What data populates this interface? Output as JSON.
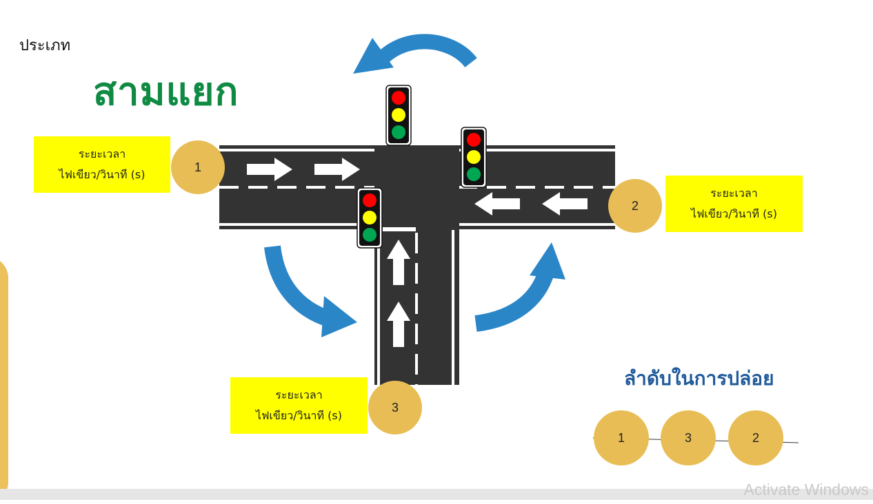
{
  "header": {
    "type_label": "ประเภท",
    "title": "สามแยก"
  },
  "boxes": [
    {
      "line1": "ระยะเวลา",
      "line2": "ไฟเขียว/วินาที (s)"
    },
    {
      "line1": "ระยะเวลา",
      "line2": "ไฟเขียว/วินาที (s)"
    },
    {
      "line1": "ระยะเวลา",
      "line2": "ไฟเขียว/วินาที (s)"
    }
  ],
  "roads": [
    "1",
    "2",
    "3"
  ],
  "order": {
    "title": "ลำดับในการปล่อย",
    "sequence": [
      "1",
      "3",
      "2"
    ]
  },
  "traffic_light_colors": [
    "#ff0000",
    "#ffff00",
    "#00a651"
  ],
  "colors": {
    "road": "#333333",
    "title_green": "#0f8a43",
    "arrow_blue": "#2b86c8",
    "circle": "#e8bd55",
    "box": "#ffff00"
  },
  "watermark": "Activate Windows"
}
